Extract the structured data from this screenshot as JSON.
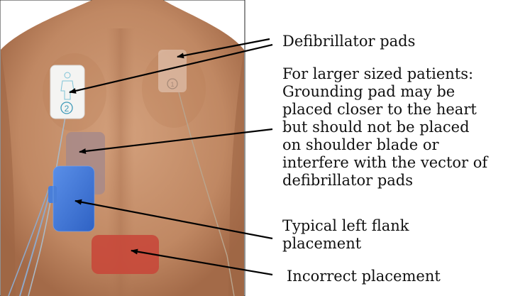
{
  "labels": {
    "defibrillator_pads": "Defibrillator pads",
    "larger_patients": [
      "For larger sized patients:",
      "Grounding pad may be",
      "placed closer to the heart",
      "but should not be placed",
      "on shoulder blade or",
      "interfere with the vector of",
      "defibrillator pads"
    ],
    "typical_flank": [
      "Typical left flank",
      "placement"
    ],
    "incorrect_placement": "Incorrect placement"
  },
  "pads": {
    "front_pad_number": "1",
    "back_pad_number": "2"
  },
  "colors": {
    "skin": "#c99570",
    "skin_shadow": "#a8704e",
    "defib_pad": "#f4f4f2",
    "alt_ground_pad": "#a7898a",
    "ground_pad": "#3d74d6",
    "incorrect_pad": "#c8483a",
    "arrow": "#000000"
  }
}
